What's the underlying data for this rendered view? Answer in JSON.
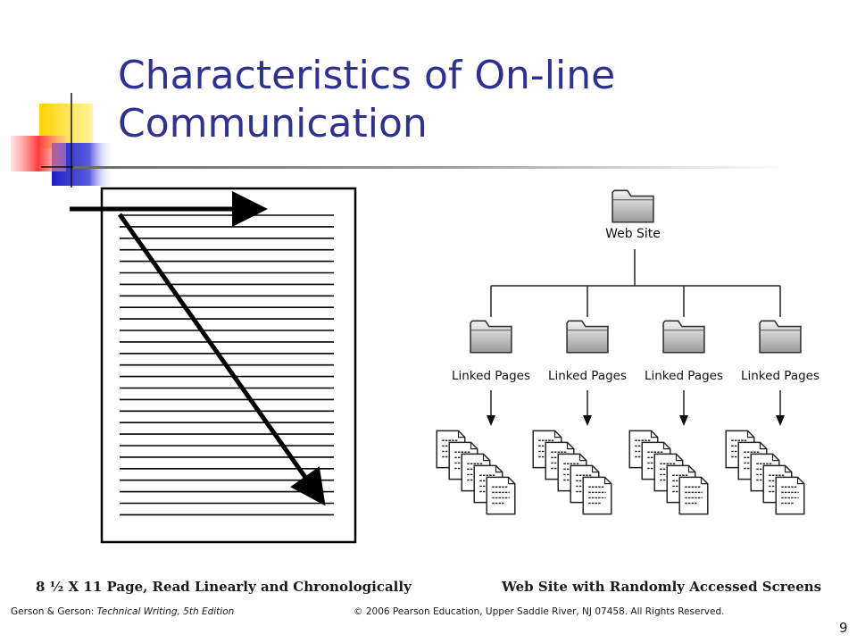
{
  "slide": {
    "title_line1": "Characteristics of On-line",
    "title_line2": "Communication",
    "page_number": "9"
  },
  "colors": {
    "title": "#2e3192",
    "deco_yellow": "#ffd200",
    "deco_blue": "#2020c8",
    "deco_red": "#ff3a3a"
  },
  "figure_left": {
    "caption": "8 ½ X 11 Page, Read Linearly and Chronologically",
    "text_line_count": 27
  },
  "figure_right": {
    "root_label": "Web Site",
    "branches": [
      {
        "label": "Linked Pages"
      },
      {
        "label": "Linked Pages"
      },
      {
        "label": "Linked Pages"
      },
      {
        "label": "Linked Pages"
      }
    ],
    "documents_per_branch": 5,
    "caption": "Web Site with Randomly Accessed Screens"
  },
  "footer": {
    "authors": "Gerson & Gerson: ",
    "book": "Technical Writing, 5th Edition",
    "copyright": "© 2006 Pearson Education, Upper Saddle River, NJ 07458. All Rights Reserved."
  }
}
